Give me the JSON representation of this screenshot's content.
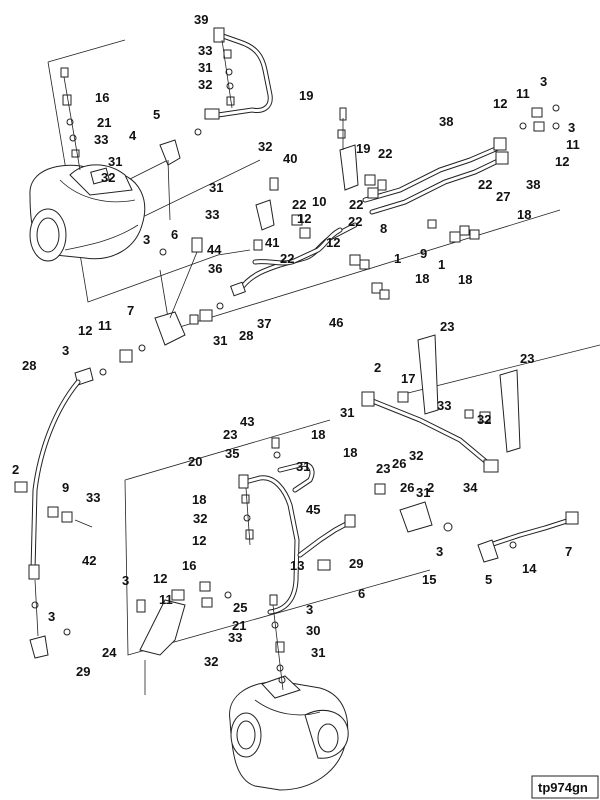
{
  "figure_id": "tp974gn",
  "callouts": [
    {
      "id": "c39a",
      "text": "39"
    },
    {
      "id": "c33a",
      "text": "33"
    },
    {
      "id": "c31a",
      "text": "31"
    },
    {
      "id": "c32a",
      "text": "32"
    },
    {
      "id": "c16a",
      "text": "16"
    },
    {
      "id": "c21a",
      "text": "21"
    },
    {
      "id": "c33b",
      "text": "33"
    },
    {
      "id": "c31b",
      "text": "31"
    },
    {
      "id": "c32b",
      "text": "32"
    },
    {
      "id": "c5a",
      "text": "5"
    },
    {
      "id": "c4",
      "text": "4"
    },
    {
      "id": "c19a",
      "text": "19"
    },
    {
      "id": "c19b",
      "text": "19"
    },
    {
      "id": "c40",
      "text": "40"
    },
    {
      "id": "c22a",
      "text": "22"
    },
    {
      "id": "c32c",
      "text": "32"
    },
    {
      "id": "c31c",
      "text": "31"
    },
    {
      "id": "c10",
      "text": "10"
    },
    {
      "id": "c22b",
      "text": "22"
    },
    {
      "id": "c12a",
      "text": "12"
    },
    {
      "id": "c33c",
      "text": "33"
    },
    {
      "id": "c41",
      "text": "41"
    },
    {
      "id": "c3a",
      "text": "3"
    },
    {
      "id": "c6a",
      "text": "6"
    },
    {
      "id": "c44",
      "text": "44"
    },
    {
      "id": "c22c",
      "text": "22"
    },
    {
      "id": "c36",
      "text": "36"
    },
    {
      "id": "c12b",
      "text": "12"
    },
    {
      "id": "c22d",
      "text": "22"
    },
    {
      "id": "c22e",
      "text": "22"
    },
    {
      "id": "c1a",
      "text": "1"
    },
    {
      "id": "c1b",
      "text": "1"
    },
    {
      "id": "c18a",
      "text": "18"
    },
    {
      "id": "c18b",
      "text": "18"
    },
    {
      "id": "c18c",
      "text": "18"
    },
    {
      "id": "c3b",
      "text": "3"
    },
    {
      "id": "c11a",
      "text": "11"
    },
    {
      "id": "c12c",
      "text": "12"
    },
    {
      "id": "c38a",
      "text": "38"
    },
    {
      "id": "c3c",
      "text": "3"
    },
    {
      "id": "c11b",
      "text": "11"
    },
    {
      "id": "c12d",
      "text": "12"
    },
    {
      "id": "c38b",
      "text": "38"
    },
    {
      "id": "c22f",
      "text": "22"
    },
    {
      "id": "c27",
      "text": "27"
    },
    {
      "id": "c8",
      "text": "8"
    },
    {
      "id": "c9a",
      "text": "9"
    },
    {
      "id": "c7a",
      "text": "7"
    },
    {
      "id": "c12e",
      "text": "12"
    },
    {
      "id": "c11c",
      "text": "11"
    },
    {
      "id": "c3d",
      "text": "3"
    },
    {
      "id": "c31d",
      "text": "31"
    },
    {
      "id": "c28a",
      "text": "28"
    },
    {
      "id": "c37",
      "text": "37"
    },
    {
      "id": "c46",
      "text": "46"
    },
    {
      "id": "c23a",
      "text": "23"
    },
    {
      "id": "c28b",
      "text": "28"
    },
    {
      "id": "c2a",
      "text": "2"
    },
    {
      "id": "c17",
      "text": "17"
    },
    {
      "id": "c23b",
      "text": "23"
    },
    {
      "id": "c31e",
      "text": "31"
    },
    {
      "id": "c33d",
      "text": "33"
    },
    {
      "id": "c32d",
      "text": "32"
    },
    {
      "id": "c43",
      "text": "43"
    },
    {
      "id": "c23c",
      "text": "23"
    },
    {
      "id": "c18d",
      "text": "18"
    },
    {
      "id": "c35",
      "text": "35"
    },
    {
      "id": "c18e",
      "text": "18"
    },
    {
      "id": "c31f",
      "text": "31"
    },
    {
      "id": "c20",
      "text": "20"
    },
    {
      "id": "c32e",
      "text": "32"
    },
    {
      "id": "c23d",
      "text": "23"
    },
    {
      "id": "c26a",
      "text": "26"
    },
    {
      "id": "c26b",
      "text": "26"
    },
    {
      "id": "c2b",
      "text": "2"
    },
    {
      "id": "c2c",
      "text": "2"
    },
    {
      "id": "c9b",
      "text": "9"
    },
    {
      "id": "c33e",
      "text": "33"
    },
    {
      "id": "c31g",
      "text": "31"
    },
    {
      "id": "c34",
      "text": "34"
    },
    {
      "id": "c18f",
      "text": "18"
    },
    {
      "id": "c32f",
      "text": "32"
    },
    {
      "id": "c45",
      "text": "45"
    },
    {
      "id": "c42",
      "text": "42"
    },
    {
      "id": "c12f",
      "text": "12"
    },
    {
      "id": "c3e",
      "text": "3"
    },
    {
      "id": "c7b",
      "text": "7"
    },
    {
      "id": "c13",
      "text": "13"
    },
    {
      "id": "c29a",
      "text": "29"
    },
    {
      "id": "c14",
      "text": "14"
    },
    {
      "id": "c6b",
      "text": "6"
    },
    {
      "id": "c15",
      "text": "15"
    },
    {
      "id": "c5b",
      "text": "5"
    },
    {
      "id": "c3f",
      "text": "3"
    },
    {
      "id": "c12g",
      "text": "12"
    },
    {
      "id": "c16b",
      "text": "16"
    },
    {
      "id": "c11d",
      "text": "11"
    },
    {
      "id": "c25",
      "text": "25"
    },
    {
      "id": "c3g",
      "text": "3"
    },
    {
      "id": "c21b",
      "text": "21"
    },
    {
      "id": "c3h",
      "text": "3"
    },
    {
      "id": "c33f",
      "text": "33"
    },
    {
      "id": "c30",
      "text": "30"
    },
    {
      "id": "c24",
      "text": "24"
    },
    {
      "id": "c31h",
      "text": "31"
    },
    {
      "id": "c32g",
      "text": "32"
    },
    {
      "id": "c29b",
      "text": "29"
    }
  ]
}
